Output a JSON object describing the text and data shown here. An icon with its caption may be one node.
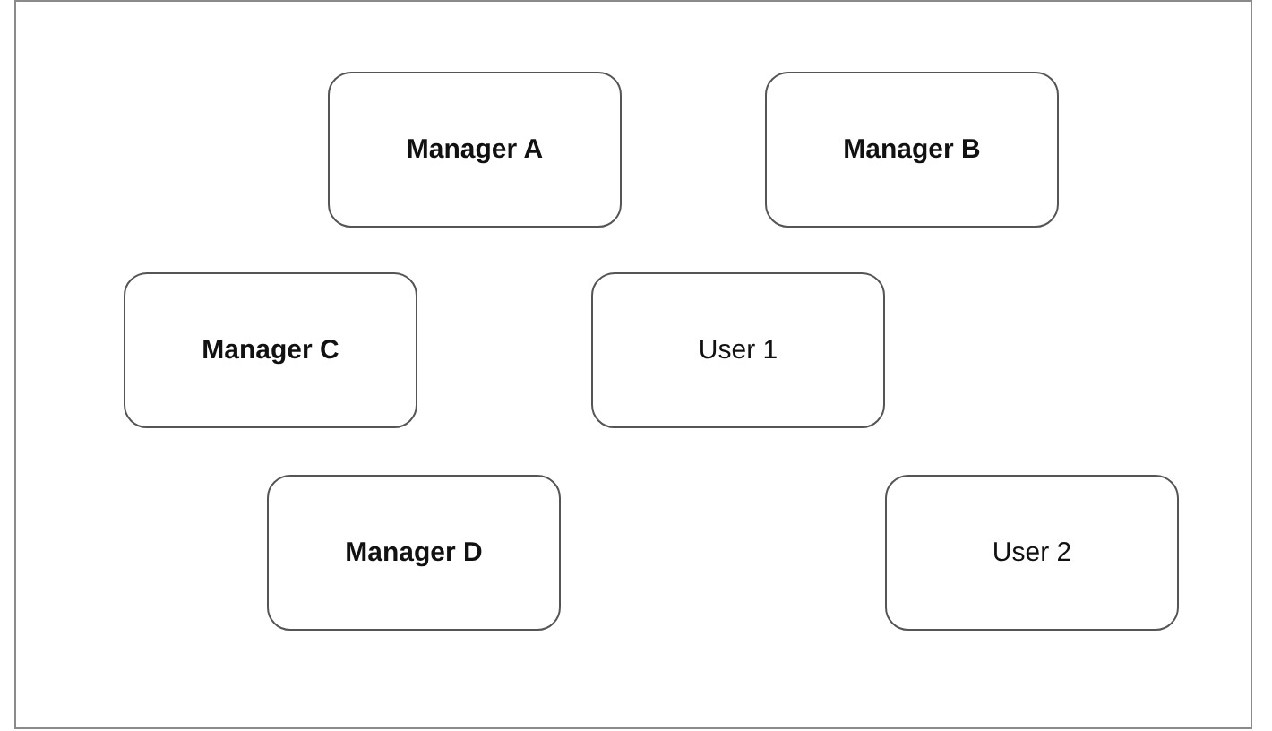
{
  "diagram": {
    "nodes": [
      {
        "text": [
          "Manager A"
        ]
      },
      {
        "text": [
          "Manager B"
        ]
      },
      {
        "text": [
          "Manager C"
        ]
      },
      {
        "text": [
          "User 1"
        ]
      },
      {
        "text": [
          "Manager D"
        ]
      },
      {
        "text": [
          "User 2"
        ]
      }
    ]
  }
}
